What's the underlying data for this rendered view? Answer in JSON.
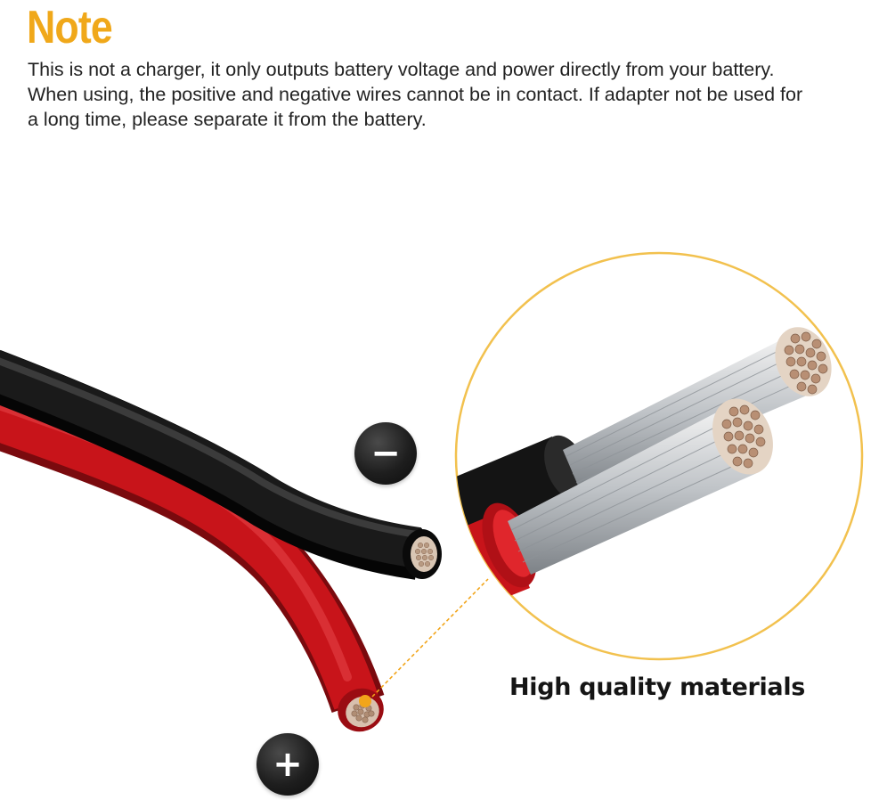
{
  "note": {
    "title": "Note",
    "lines": [
      "This is not a charger, it only outputs battery voltage and power directly from your battery.",
      "When using, the positive and negative wires cannot be in contact. If adapter not be used for",
      "a long time, please separate it from the battery."
    ]
  },
  "labels": {
    "negative_symbol": "−",
    "positive_symbol": "+",
    "caption": "High quality materials"
  },
  "colors": {
    "title": "#f0a81a",
    "callout_ring": "#f2c14e",
    "red_wire": "#c8141a",
    "black_wire": "#141414",
    "copper": "#c9a58a"
  },
  "icons": {
    "negative": "minus-icon",
    "positive": "plus-icon"
  }
}
